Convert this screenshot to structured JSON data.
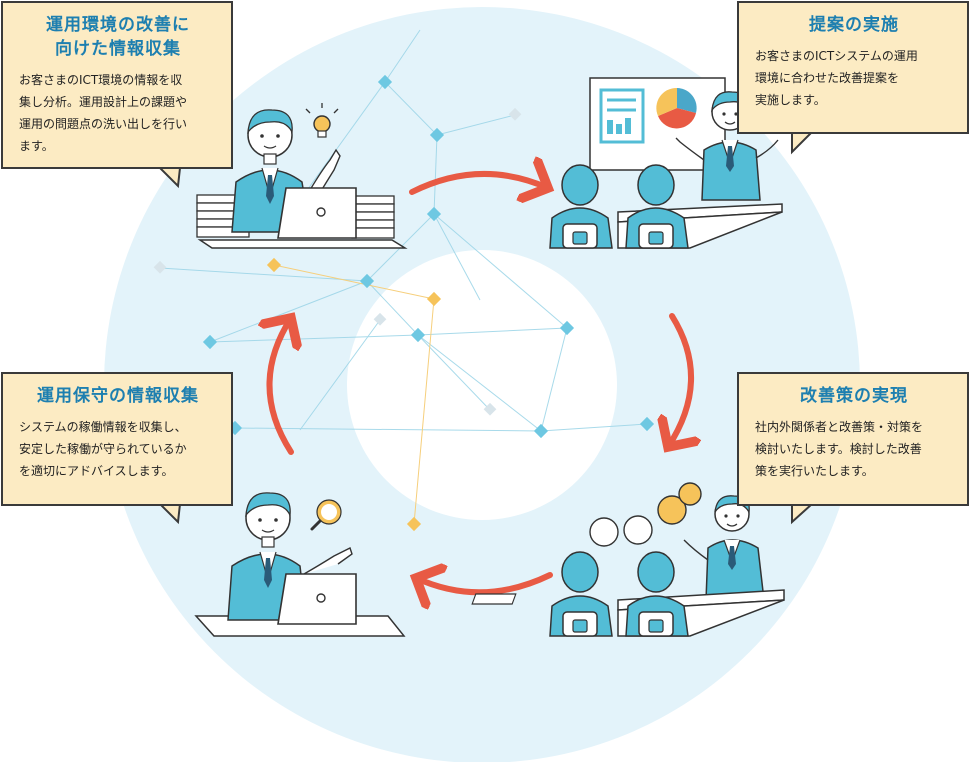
{
  "colors": {
    "accent_blue": "#1d7fb0",
    "callout_bg": "#fcebc3",
    "callout_border": "#3a3a3a",
    "arrow": "#e85a44",
    "ring": "#e3f3fa",
    "suit": "#53bdd6"
  },
  "steps": [
    {
      "title_lines": [
        "運用環境の改善に",
        "向けた情報収集"
      ],
      "body_lines": [
        "お客さまのICT環境の情報を収",
        "集し分析。運用設計上の課題や",
        "運用の問題点の洗い出しを行い",
        "ます。"
      ]
    },
    {
      "title_lines": [
        "提案の実施"
      ],
      "body_lines": [
        "お客さまのICTシステムの運用",
        "環境に合わせた改善提案を",
        "実施します。"
      ]
    },
    {
      "title_lines": [
        "改善策の実現"
      ],
      "body_lines": [
        "社内外関係者と改善策・対策を",
        "検討いたします。検討した改善",
        "策を実行いたします。"
      ]
    },
    {
      "title_lines": [
        "運用保守の情報収集"
      ],
      "body_lines": [
        "システムの稼働情報を収集し、",
        "安定した稼働が守られているか",
        "を適切にアドバイスします。"
      ]
    }
  ],
  "icons": [
    "lightbulb-icon",
    "pie-chart-icon",
    "speech-bubble-icon",
    "magnifier-icon",
    "laptop-icon"
  ]
}
